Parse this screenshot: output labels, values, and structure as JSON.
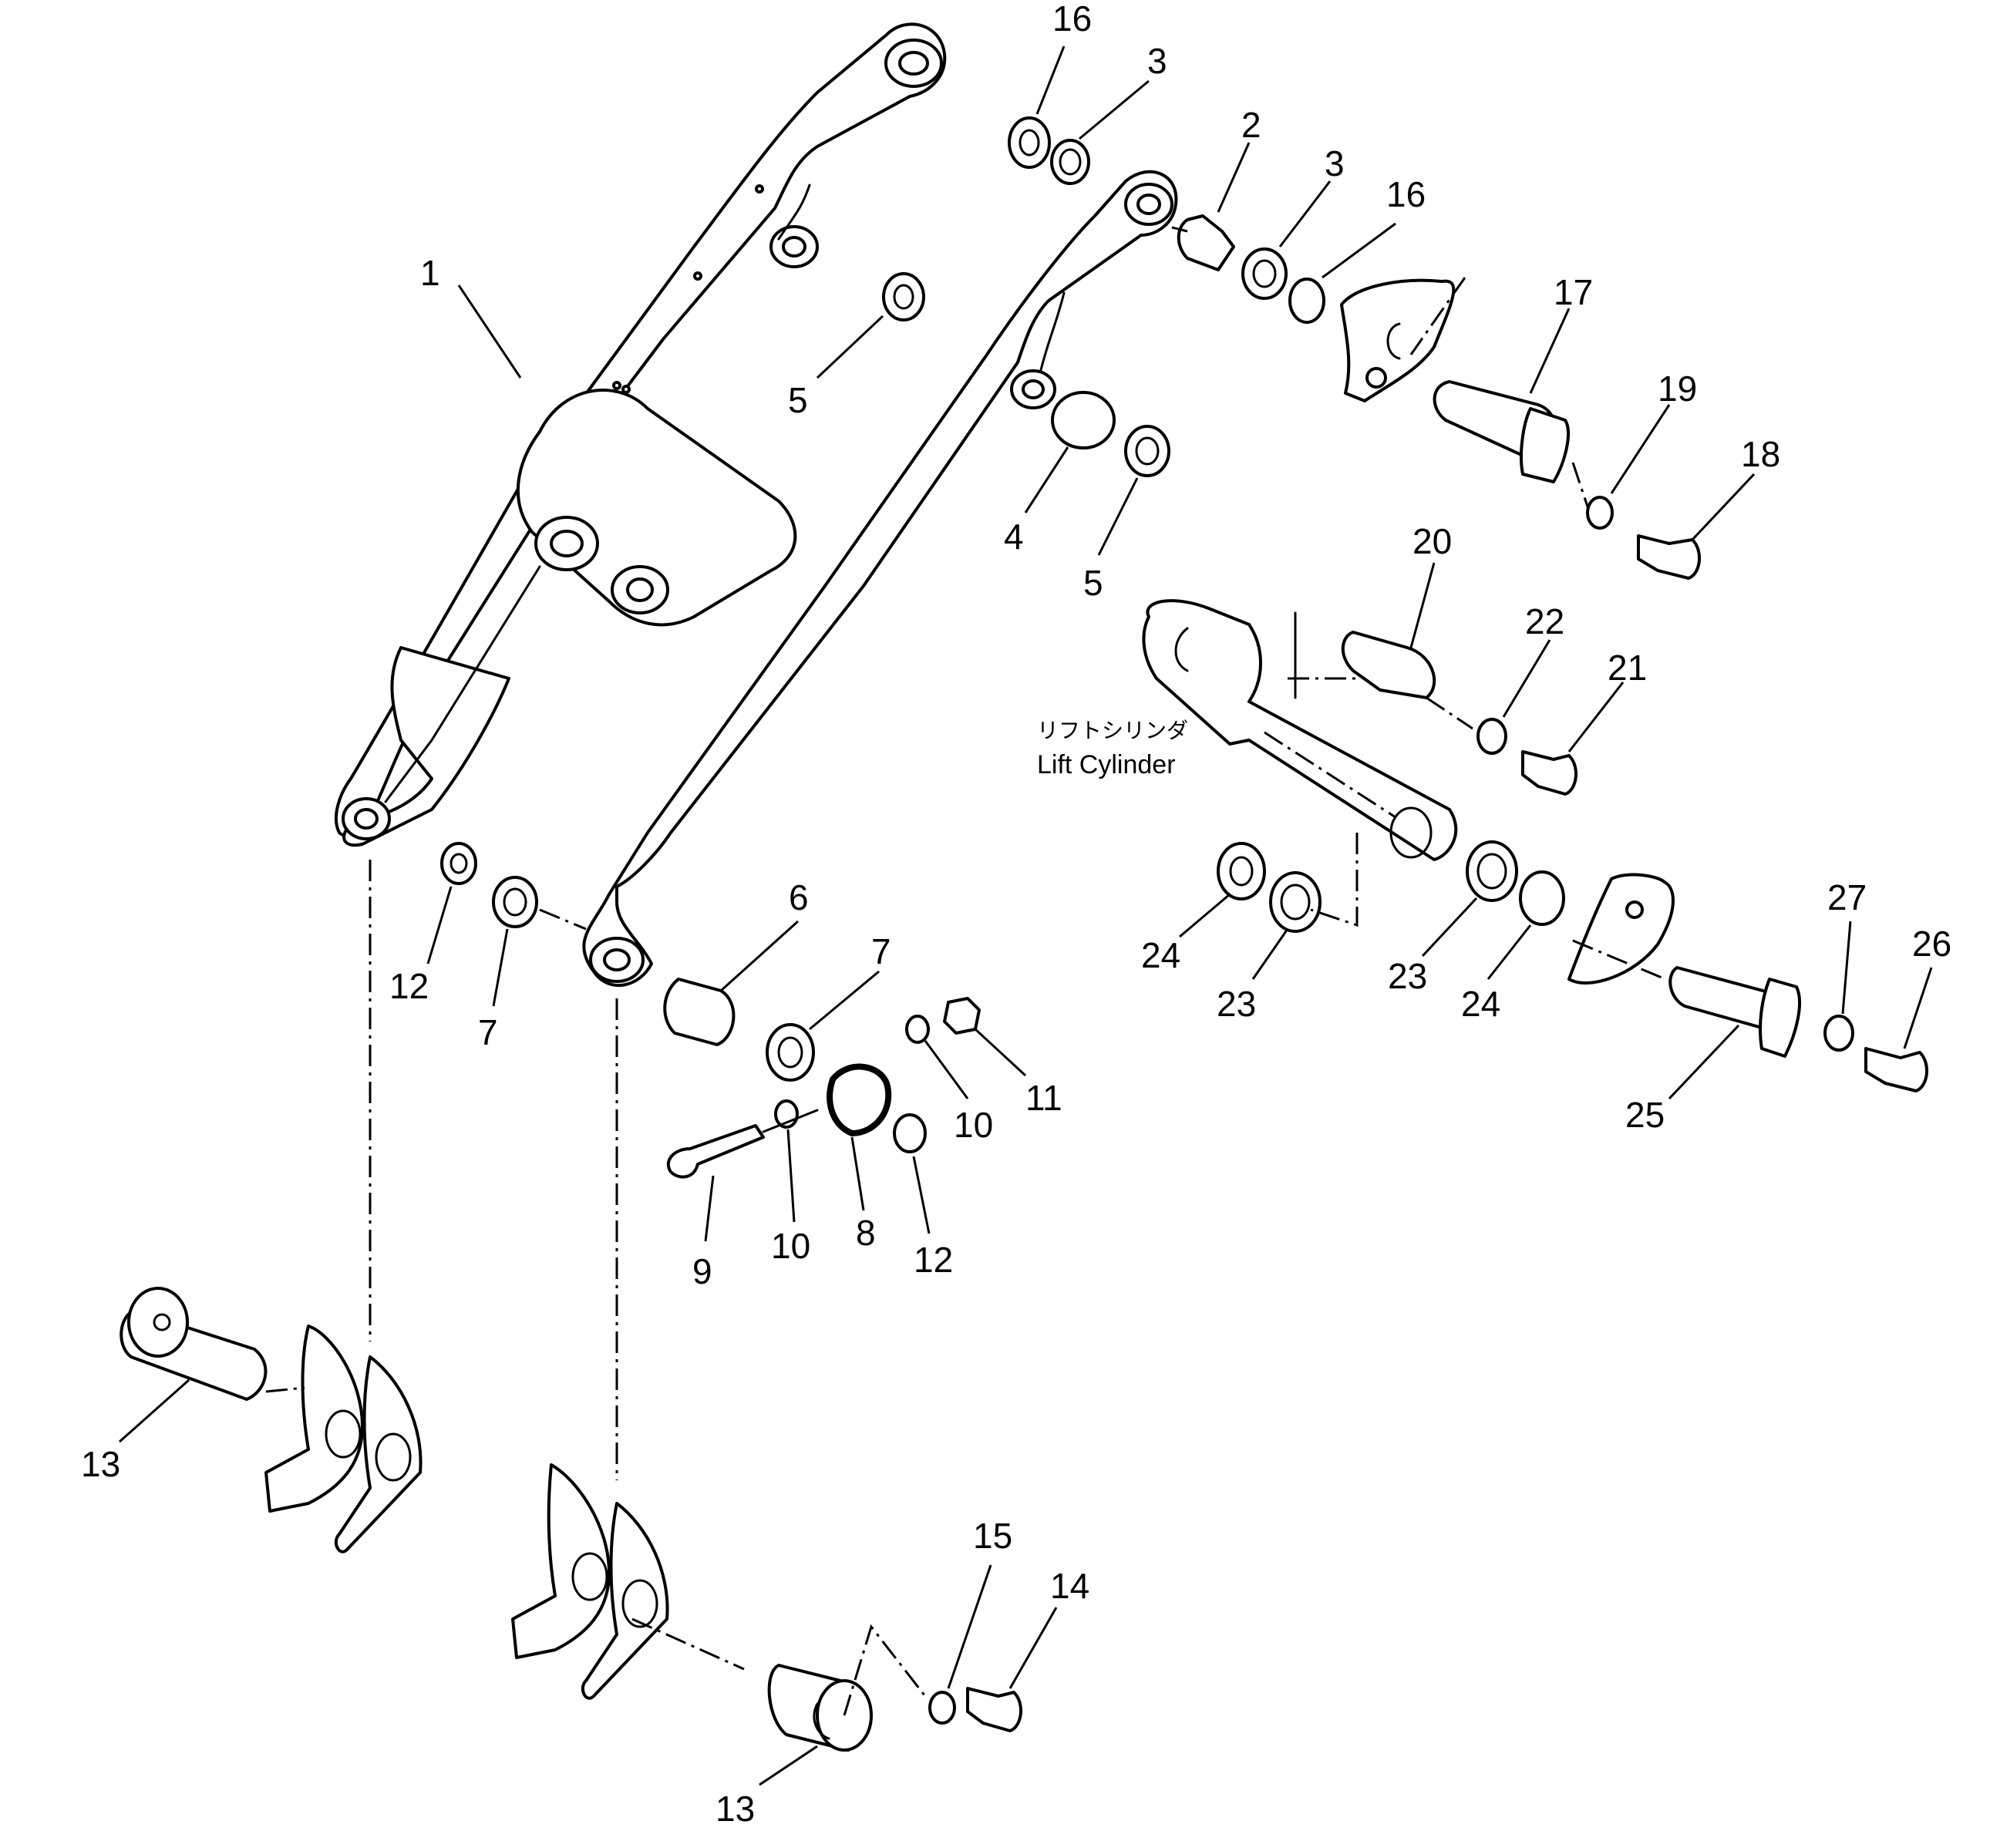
{
  "caption": {
    "jp": "リフトシリンダ",
    "en": "Lift Cylinder"
  },
  "callouts": [
    {
      "id": "c1",
      "text": "1"
    },
    {
      "id": "c2",
      "text": "2"
    },
    {
      "id": "c3a",
      "text": "3"
    },
    {
      "id": "c3b",
      "text": "3"
    },
    {
      "id": "c4",
      "text": "4"
    },
    {
      "id": "c5a",
      "text": "5"
    },
    {
      "id": "c5b",
      "text": "5"
    },
    {
      "id": "c6",
      "text": "6"
    },
    {
      "id": "c7a",
      "text": "7"
    },
    {
      "id": "c7b",
      "text": "7"
    },
    {
      "id": "c8",
      "text": "8"
    },
    {
      "id": "c9",
      "text": "9"
    },
    {
      "id": "c10a",
      "text": "10"
    },
    {
      "id": "c10b",
      "text": "10"
    },
    {
      "id": "c11",
      "text": "11"
    },
    {
      "id": "c12a",
      "text": "12"
    },
    {
      "id": "c12b",
      "text": "12"
    },
    {
      "id": "c13a",
      "text": "13"
    },
    {
      "id": "c13b",
      "text": "13"
    },
    {
      "id": "c14",
      "text": "14"
    },
    {
      "id": "c15",
      "text": "15"
    },
    {
      "id": "c16a",
      "text": "16"
    },
    {
      "id": "c16b",
      "text": "16"
    },
    {
      "id": "c17",
      "text": "17"
    },
    {
      "id": "c18",
      "text": "18"
    },
    {
      "id": "c19",
      "text": "19"
    },
    {
      "id": "c20",
      "text": "20"
    },
    {
      "id": "c21",
      "text": "21"
    },
    {
      "id": "c22",
      "text": "22"
    },
    {
      "id": "c23a",
      "text": "23"
    },
    {
      "id": "c23b",
      "text": "23"
    },
    {
      "id": "c24a",
      "text": "24"
    },
    {
      "id": "c24b",
      "text": "24"
    },
    {
      "id": "c25",
      "text": "25"
    },
    {
      "id": "c26",
      "text": "26"
    },
    {
      "id": "c27",
      "text": "27"
    }
  ]
}
